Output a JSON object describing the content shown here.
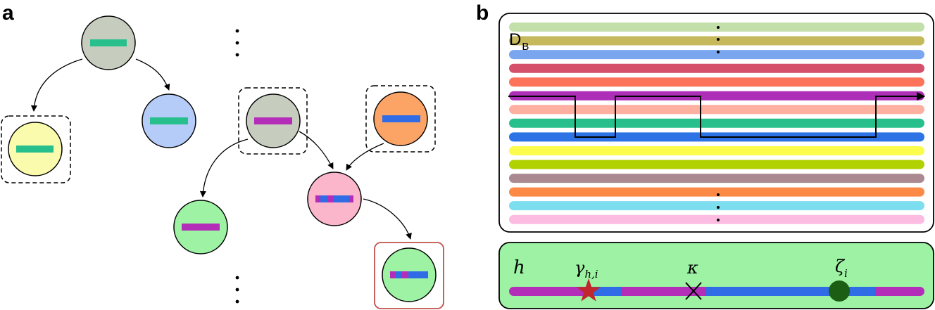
{
  "panel_a": {
    "label": "a"
  },
  "panel_b": {
    "label": "b",
    "database_label": "D",
    "database_subscript": "B",
    "haplotype_colors": [
      "#c3dfaa",
      "#c6b95c",
      "#7aa6f0",
      "#d5506a",
      "#fc735a",
      "#ad2fb8",
      "#fdafa0",
      "#27c08c",
      "#2d73e5",
      "#fcfc4d",
      "#b1d100",
      "#ab8990",
      "#fd8947",
      "#7ddef0",
      "#fcbbe0"
    ]
  },
  "haplotype_box": {
    "h_label": "h",
    "gamma_label": "γ",
    "gamma_subscript": "h,i",
    "kappa_label": "κ",
    "zeta_label": "ζ",
    "zeta_subscript": "i"
  },
  "colors": {
    "teal": "#27c08c",
    "purple": "#b32db9",
    "blue": "#2f6ce6",
    "star": "#c0262e",
    "dot": "#1b5e14",
    "hap_box_bg": "#9df2a3",
    "highlight_box": "#c0504d"
  },
  "icons": {
    "gamma_marker": "star-icon",
    "kappa_marker": "cross-icon",
    "zeta_marker": "filled-circle-icon"
  }
}
